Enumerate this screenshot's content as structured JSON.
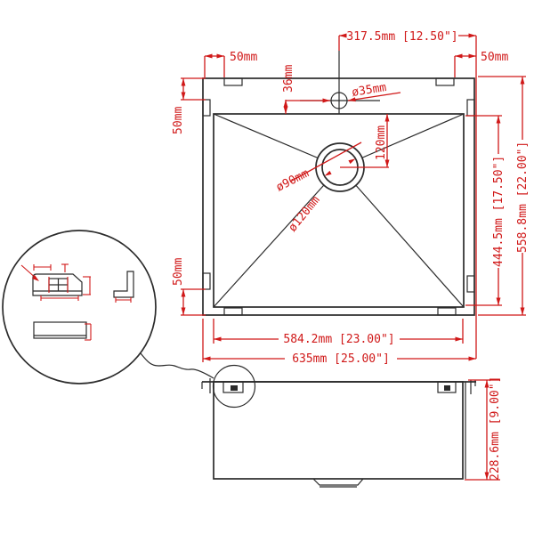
{
  "colors": {
    "object_line": "#2b2b2b",
    "dimension_line": "#d01818",
    "background": "#ffffff"
  },
  "top_view": {
    "dims": {
      "hole_center_from_right_edge": "317.5mm [12.50\"]",
      "clip_offset_top_left": "50mm",
      "clip_offset_top_right": "50mm",
      "clip_offset_left_top": "50mm",
      "clip_offset_left_bottom": "50mm",
      "faucet_hole_to_bowl": "36mm",
      "faucet_hole_diameter": "ø35mm",
      "drain_center_from_bowl_top": "120mm",
      "drain_diameter": "ø90mm",
      "drain_flange_diameter": "ø120mm",
      "bowl_front_to_back": "444.5mm [17.50\"]",
      "overall_front_to_back": "558.8mm [22.00\"]",
      "bowl_width": "584.2mm [23.00\"]",
      "overall_width": "635mm [25.00\"]"
    }
  },
  "side_view": {
    "dims": {
      "overall_height": "228.6mm [9.00\"]"
    }
  }
}
